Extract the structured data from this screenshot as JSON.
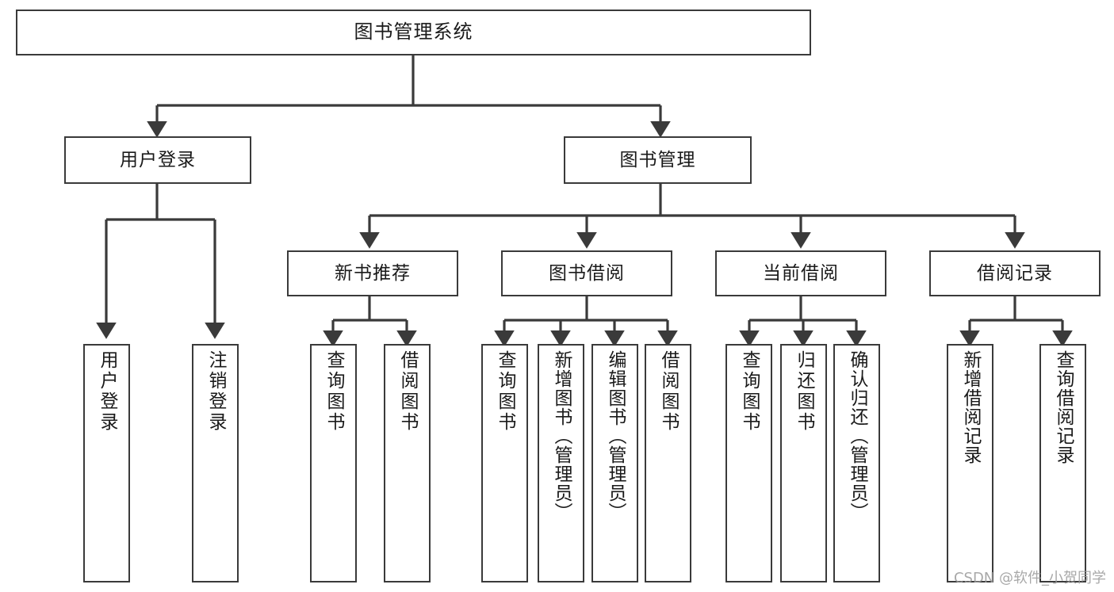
{
  "diagram": {
    "title": "图书管理系统",
    "watermark": "CSDN @软件_小贺同学",
    "colors": {
      "stroke": "#3a3a3a",
      "fill": "#ffffff",
      "text": "#1a1a1a",
      "watermark": "#9a9a9a"
    },
    "levels": {
      "root": {
        "label": "图书管理系统"
      },
      "level2": [
        {
          "key": "user-login",
          "label": "用户登录"
        },
        {
          "key": "book-management",
          "label": "图书管理"
        }
      ],
      "level3": [
        {
          "key": "new-book-recommend",
          "label": "新书推荐"
        },
        {
          "key": "book-borrow",
          "label": "图书借阅"
        },
        {
          "key": "current-borrow",
          "label": "当前借阅"
        },
        {
          "key": "borrow-record",
          "label": "借阅记录"
        }
      ],
      "leaves": [
        {
          "key": "leaf-user-login",
          "label": "用户登录",
          "parent": "user-login"
        },
        {
          "key": "leaf-logout-login",
          "label": "注销登录",
          "parent": "user-login"
        },
        {
          "key": "leaf-query-book-1",
          "label": "查询图书",
          "parent": "new-book-recommend"
        },
        {
          "key": "leaf-borrow-book-1",
          "label": "借阅图书",
          "parent": "new-book-recommend"
        },
        {
          "key": "leaf-query-book-2",
          "label": "查询图书",
          "parent": "book-borrow"
        },
        {
          "key": "leaf-add-book",
          "label": "新增图书（管理员）",
          "parent": "book-borrow"
        },
        {
          "key": "leaf-edit-book",
          "label": "编辑图书（管理员）",
          "parent": "book-borrow"
        },
        {
          "key": "leaf-borrow-book-2",
          "label": "借阅图书",
          "parent": "book-borrow"
        },
        {
          "key": "leaf-query-book-3",
          "label": "查询图书",
          "parent": "current-borrow"
        },
        {
          "key": "leaf-return-book",
          "label": "归还图书",
          "parent": "current-borrow"
        },
        {
          "key": "leaf-confirm-return",
          "label": "确认归还（管理员）",
          "parent": "current-borrow"
        },
        {
          "key": "leaf-add-record",
          "label": "新增借阅记录",
          "parent": "borrow-record"
        },
        {
          "key": "leaf-query-record",
          "label": "查询借阅记录",
          "parent": "borrow-record"
        }
      ]
    }
  }
}
